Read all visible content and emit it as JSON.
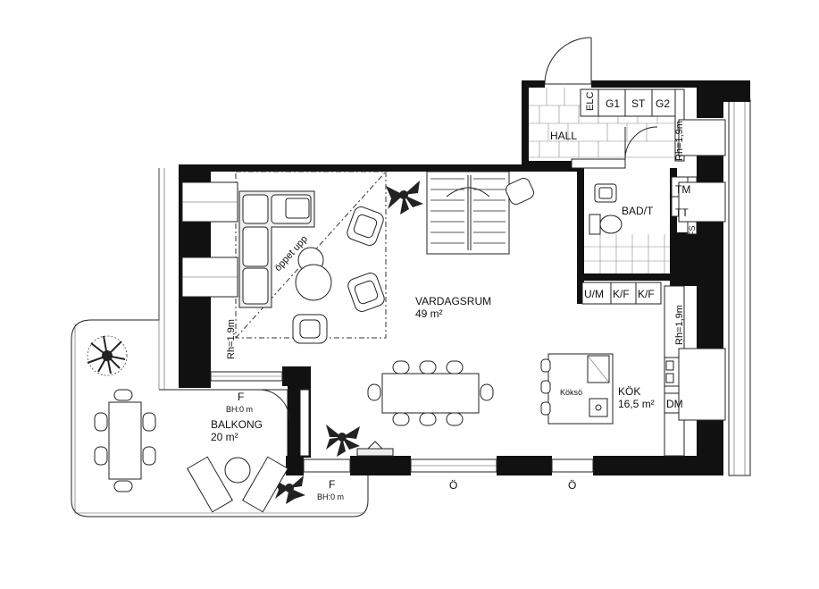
{
  "rooms": {
    "hall": "HALL",
    "bath": "BAD/T",
    "living_name": "VARDAGSRUM",
    "living_area": "49 m²",
    "kitchen_name": "KÖK",
    "kitchen_area": "16,5 m²",
    "balcony_name": "BALKONG",
    "balcony_area": "20 m²",
    "stair_note": "öppet upp",
    "island": "Köksö"
  },
  "cabinets": {
    "elc": "ELC",
    "g1": "G1",
    "st": "ST",
    "g2": "G2",
    "tm": "TM",
    "tt": "TT",
    "fs": "FS",
    "um": "U/M",
    "kf1": "K/F",
    "kf2": "K/F",
    "dm": "DM"
  },
  "annotations": {
    "rh_living": "Rh=1,9m",
    "rh_kitchen": "Rh=1,9m",
    "rh_hall": "Rh=1,9m",
    "window_f1": "F",
    "bh_f1": "BH:0 m",
    "window_f2": "F",
    "bh_f2": "BH:0 m",
    "window_o1": "Ö",
    "window_o2": "Ö"
  },
  "colors": {
    "wall": "#111111",
    "line": "#222222",
    "tile": "#888888"
  }
}
